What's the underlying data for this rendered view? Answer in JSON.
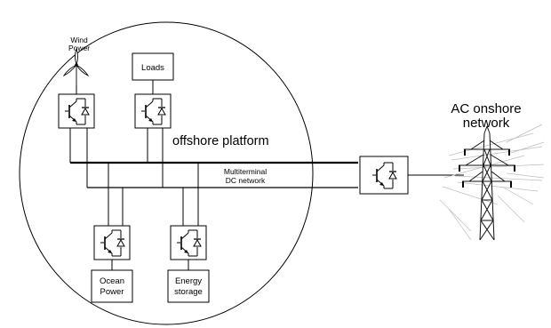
{
  "labels": {
    "wind_line1": "Wind",
    "wind_line2": "Power",
    "loads": "Loads",
    "offshore_platform": "offshore platform",
    "dc_line1": "Multiterminal",
    "dc_line2": "DC network",
    "ac_line1": "AC onshore",
    "ac_line2": "network",
    "ocean_line1": "Ocean",
    "ocean_line2": "Power",
    "storage_line1": "Energy",
    "storage_line2": "storage"
  },
  "icons": [
    "wind-turbine-icon",
    "igbt-diode-converter-icon",
    "transmission-tower-icon"
  ]
}
